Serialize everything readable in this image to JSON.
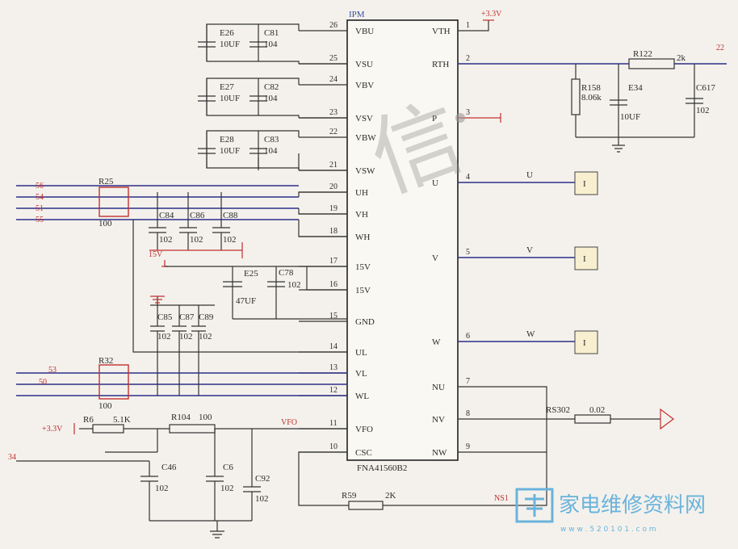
{
  "ic": {
    "ref": "IPM",
    "part": "FNA41560B2",
    "left_pins": [
      {
        "num": "26",
        "name": "VBU"
      },
      {
        "num": "25",
        "name": "VSU"
      },
      {
        "num": "24",
        "name": "VBV"
      },
      {
        "num": "23",
        "name": "VSV"
      },
      {
        "num": "22",
        "name": "VBW"
      },
      {
        "num": "21",
        "name": "VSW"
      },
      {
        "num": "20",
        "name": "UH"
      },
      {
        "num": "19",
        "name": "VH"
      },
      {
        "num": "18",
        "name": "WH"
      },
      {
        "num": "17",
        "name": "15V"
      },
      {
        "num": "16",
        "name": "15V"
      },
      {
        "num": "15",
        "name": "GND"
      },
      {
        "num": "14",
        "name": "UL"
      },
      {
        "num": "13",
        "name": "VL"
      },
      {
        "num": "12",
        "name": "WL"
      },
      {
        "num": "11",
        "name": "VFO"
      },
      {
        "num": "10",
        "name": "CSC"
      }
    ],
    "right_pins": [
      {
        "num": "1",
        "name": "VTH"
      },
      {
        "num": "2",
        "name": "RTH"
      },
      {
        "num": "3",
        "name": "P"
      },
      {
        "num": "4",
        "name": "U"
      },
      {
        "num": "5",
        "name": "V"
      },
      {
        "num": "6",
        "name": "W"
      },
      {
        "num": "7",
        "name": "NU"
      },
      {
        "num": "8",
        "name": "NV"
      },
      {
        "num": "9",
        "name": "NW"
      }
    ]
  },
  "bootstrap_caps": [
    {
      "e": "E26",
      "e_val": "10UF",
      "c": "C81",
      "c_val": "104"
    },
    {
      "e": "E27",
      "e_val": "10UF",
      "c": "C82",
      "c_val": "104"
    },
    {
      "e": "E28",
      "e_val": "10UF",
      "c": "C83",
      "c_val": "104"
    }
  ],
  "rth": {
    "r158": "R158",
    "r158_val": "8.06k",
    "e34": "E34",
    "e34_val": "10UF",
    "r122": "R122",
    "r122_val": "2k",
    "c617": "C617",
    "c617_val": "102",
    "net": "22"
  },
  "supply": {
    "v33_top": "+3.3V",
    "v33_left": "+3.3V",
    "v15": "15V"
  },
  "r25": {
    "ref": "R25",
    "val": "100",
    "nets": [
      "56",
      "54",
      "51",
      "55"
    ]
  },
  "r32": {
    "ref": "R32",
    "val": "100",
    "nets": [
      "53",
      "50"
    ]
  },
  "hi_caps": [
    {
      "ref": "C84",
      "val": "102"
    },
    {
      "ref": "C86",
      "val": "102"
    },
    {
      "ref": "C88",
      "val": "102"
    }
  ],
  "lo_caps": [
    {
      "ref": "C85",
      "val": "102"
    },
    {
      "ref": "C87",
      "val": "102"
    },
    {
      "ref": "C89",
      "val": "102"
    }
  ],
  "e25": {
    "ref": "E25",
    "val": "47UF"
  },
  "c78": {
    "ref": "C78",
    "val": "102"
  },
  "outputs": [
    {
      "name": "U"
    },
    {
      "name": "V"
    },
    {
      "name": "W"
    }
  ],
  "out_box_label": "I",
  "rs302": {
    "ref": "RS302",
    "val": "0.02"
  },
  "fault": {
    "r6": "R6",
    "r6_val": "5.1K",
    "r104": "R104",
    "r104_val": "100",
    "net": "VFO"
  },
  "csc": {
    "c46": "C46",
    "c46_val": "102",
    "c6": "C6",
    "c6_val": "102",
    "c92": "C92",
    "c92_val": "102",
    "r59": "R59",
    "r59_val": "2K",
    "net": "NS1",
    "input": "34"
  },
  "watermark": {
    "cn": "家电维修资料网",
    "url": "w w w . 5 2 0 1 0 1 . c o m",
    "glyph": "信"
  }
}
